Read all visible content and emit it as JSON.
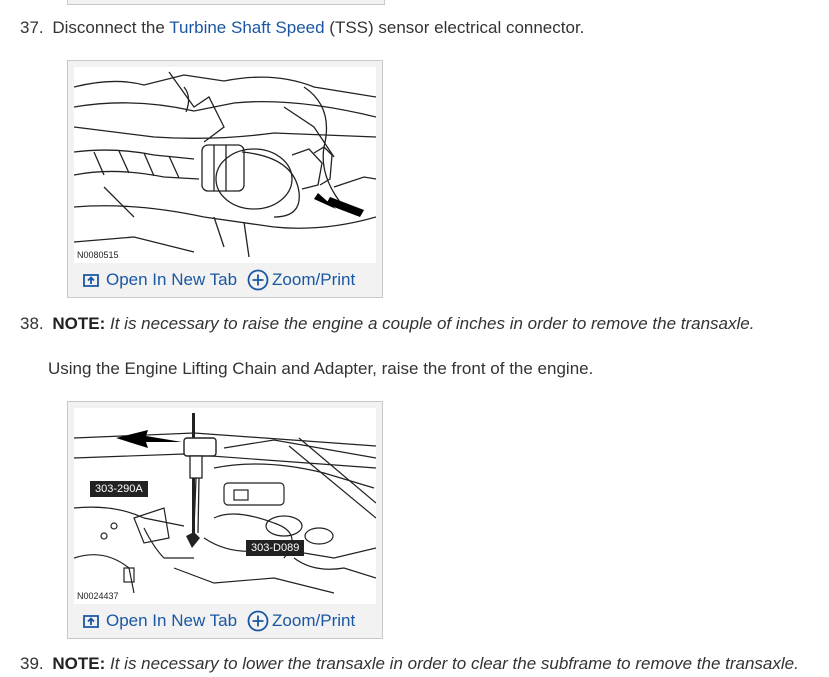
{
  "step37": {
    "number": "37.",
    "text_before": "Disconnect the ",
    "link": "Turbine Shaft Speed",
    "text_after": " (TSS) sensor electrical connector."
  },
  "figure1": {
    "id": "N0080515",
    "open_label": "Open In New Tab",
    "zoom_label": "Zoom/Print"
  },
  "step38": {
    "number": "38.",
    "note_label": "NOTE:",
    "note_text": "It is necessary to raise the engine a couple of inches in order to remove the transaxle.",
    "instruction": "Using the Engine Lifting Chain and Adapter, raise the front of the engine."
  },
  "figure2": {
    "id": "N0024437",
    "callout_a": "303-290A",
    "callout_b": "303-D089",
    "open_label": "Open In New Tab",
    "zoom_label": "Zoom/Print"
  },
  "step39": {
    "number": "39.",
    "note_label": "NOTE:",
    "note_text": "It is necessary to lower the transaxle in order to clear the subframe to remove the transaxle."
  },
  "icons": {
    "open": "open-in-new-tab-icon",
    "zoom": "zoom-plus-icon"
  },
  "colors": {
    "link": "#1a57a3",
    "text": "#333333",
    "figure_bg": "#f2f2f2"
  }
}
